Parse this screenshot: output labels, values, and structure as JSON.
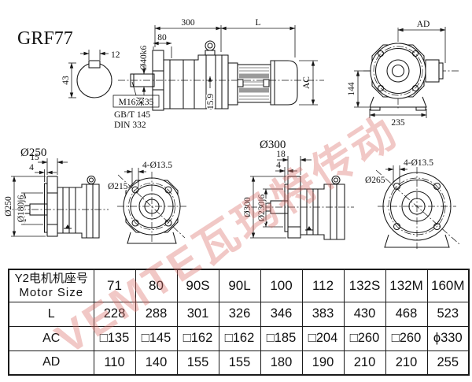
{
  "watermark": "VEMTE瓦玛特传动",
  "drawing": {
    "title": "GRF77",
    "shaft_section": {
      "key_width": "12",
      "shaft_dia": "43"
    },
    "side_view": {
      "dim_overall": "300",
      "dim_motor": "L",
      "dim_flange": "80",
      "shaft_dia": "Ø40k6",
      "dim_inset": "15.9",
      "thread_note": "M16深35",
      "std1": "GB/T 145",
      "std2": "DIN 332",
      "dim_motor_dia": "AC"
    },
    "rear_view": {
      "dim_width": "AD",
      "dim_height": "144",
      "dim_base": "235"
    },
    "flange_250": {
      "title": "Ø250",
      "dim_lip": "15",
      "dim_step": "4",
      "dia_outer": "Ø250",
      "dia_spigot": "Ø180j6",
      "holes": "4-Ø13.5",
      "bolt_circle": "Ø215"
    },
    "flange_300": {
      "title": "Ø300",
      "dim_lip": "18",
      "dim_step": "4",
      "dia_outer": "Ø300",
      "dia_spigot": "Ø230j6",
      "holes": "4-Ø13.5",
      "bolt_circle": "Ø265"
    }
  },
  "table": {
    "header": {
      "line1": "Y2电机机座号",
      "line2": "Motor Size"
    },
    "columns": [
      "71",
      "80",
      "90S",
      "90L",
      "100",
      "112",
      "132S",
      "132M",
      "160M"
    ],
    "rows": [
      {
        "label": "L",
        "cells": [
          "228",
          "288",
          "301",
          "326",
          "346",
          "383",
          "430",
          "468",
          "523"
        ]
      },
      {
        "label": "AC",
        "cells": [
          "□135",
          "□145",
          "□162",
          "□162",
          "□185",
          "□204",
          "□260",
          "□260",
          "ϕ330"
        ]
      },
      {
        "label": "AD",
        "cells": [
          "110",
          "140",
          "155",
          "155",
          "180",
          "190",
          "210",
          "210",
          "255"
        ]
      }
    ]
  }
}
